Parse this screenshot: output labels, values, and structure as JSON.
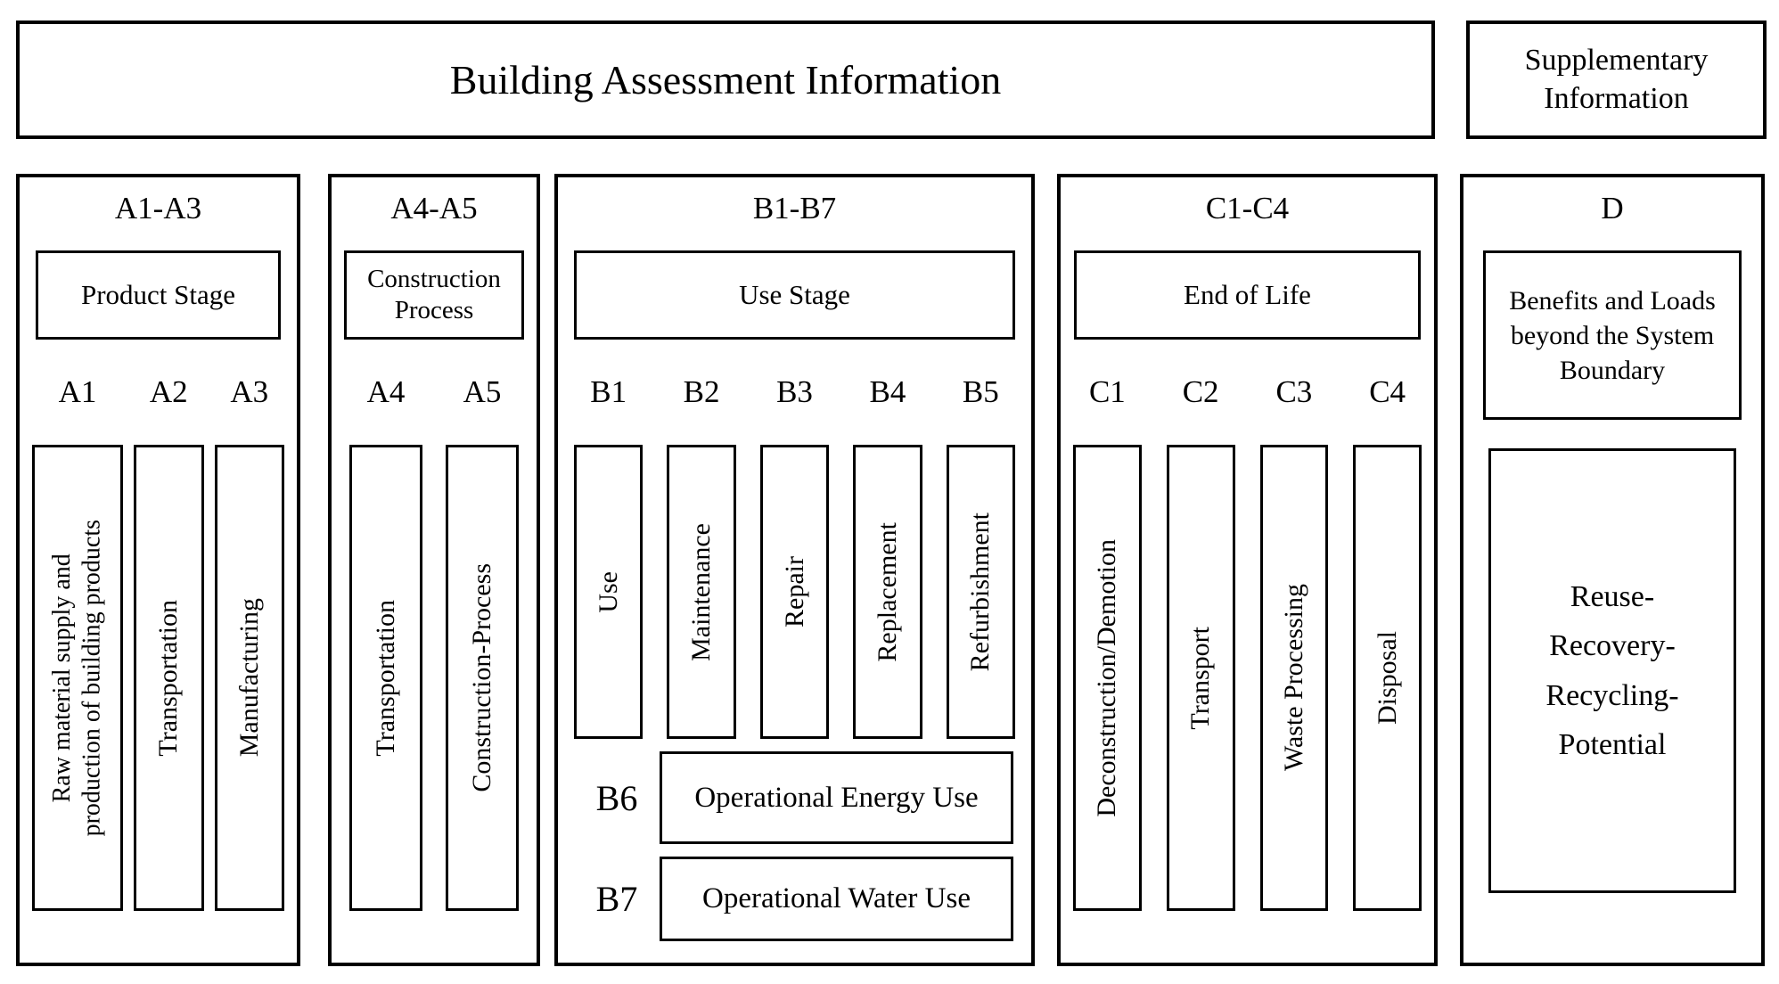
{
  "header": {
    "title": "Building Assessment Information",
    "supplementary": "Supplementary Information"
  },
  "sections": {
    "a": {
      "code": "A1-A3",
      "stage": "Product Stage",
      "items": [
        {
          "label": "A1",
          "lines": [
            "Raw material supply and",
            "production of building products"
          ]
        },
        {
          "label": "A2",
          "text": "Transportation"
        },
        {
          "label": "A3",
          "text": "Manufacturing"
        }
      ]
    },
    "a45": {
      "code": "A4-A5",
      "stage": "Construction Process",
      "items": [
        {
          "label": "A4",
          "text": "Transportation"
        },
        {
          "label": "A5",
          "text": "Construction-Process"
        }
      ]
    },
    "b": {
      "code": "B1-B7",
      "stage": "Use Stage",
      "items": [
        {
          "label": "B1",
          "text": "Use"
        },
        {
          "label": "B2",
          "text": "Maintenance"
        },
        {
          "label": "B3",
          "text": "Repair"
        },
        {
          "label": "B4",
          "text": "Replacement"
        },
        {
          "label": "B5",
          "text": "Refurbishment"
        }
      ],
      "rows": [
        {
          "label": "B6",
          "text": "Operational Energy Use"
        },
        {
          "label": "B7",
          "text": "Operational Water Use"
        }
      ]
    },
    "c": {
      "code": "C1-C4",
      "stage": "End of Life",
      "items": [
        {
          "label": "C1",
          "text": "Deconstruction/Demotion"
        },
        {
          "label": "C2",
          "text": "Transport"
        },
        {
          "label": "C3",
          "text": "Waste Processing"
        },
        {
          "label": "C4",
          "text": "Disposal"
        }
      ]
    },
    "d": {
      "code": "D",
      "stage": "Benefits and Loads beyond the System Boundary",
      "potential_lines": [
        "Reuse-",
        "Recovery-",
        "Recycling-",
        "Potential"
      ]
    }
  },
  "colors": {
    "ink": "#000000",
    "background": "#ffffff"
  }
}
